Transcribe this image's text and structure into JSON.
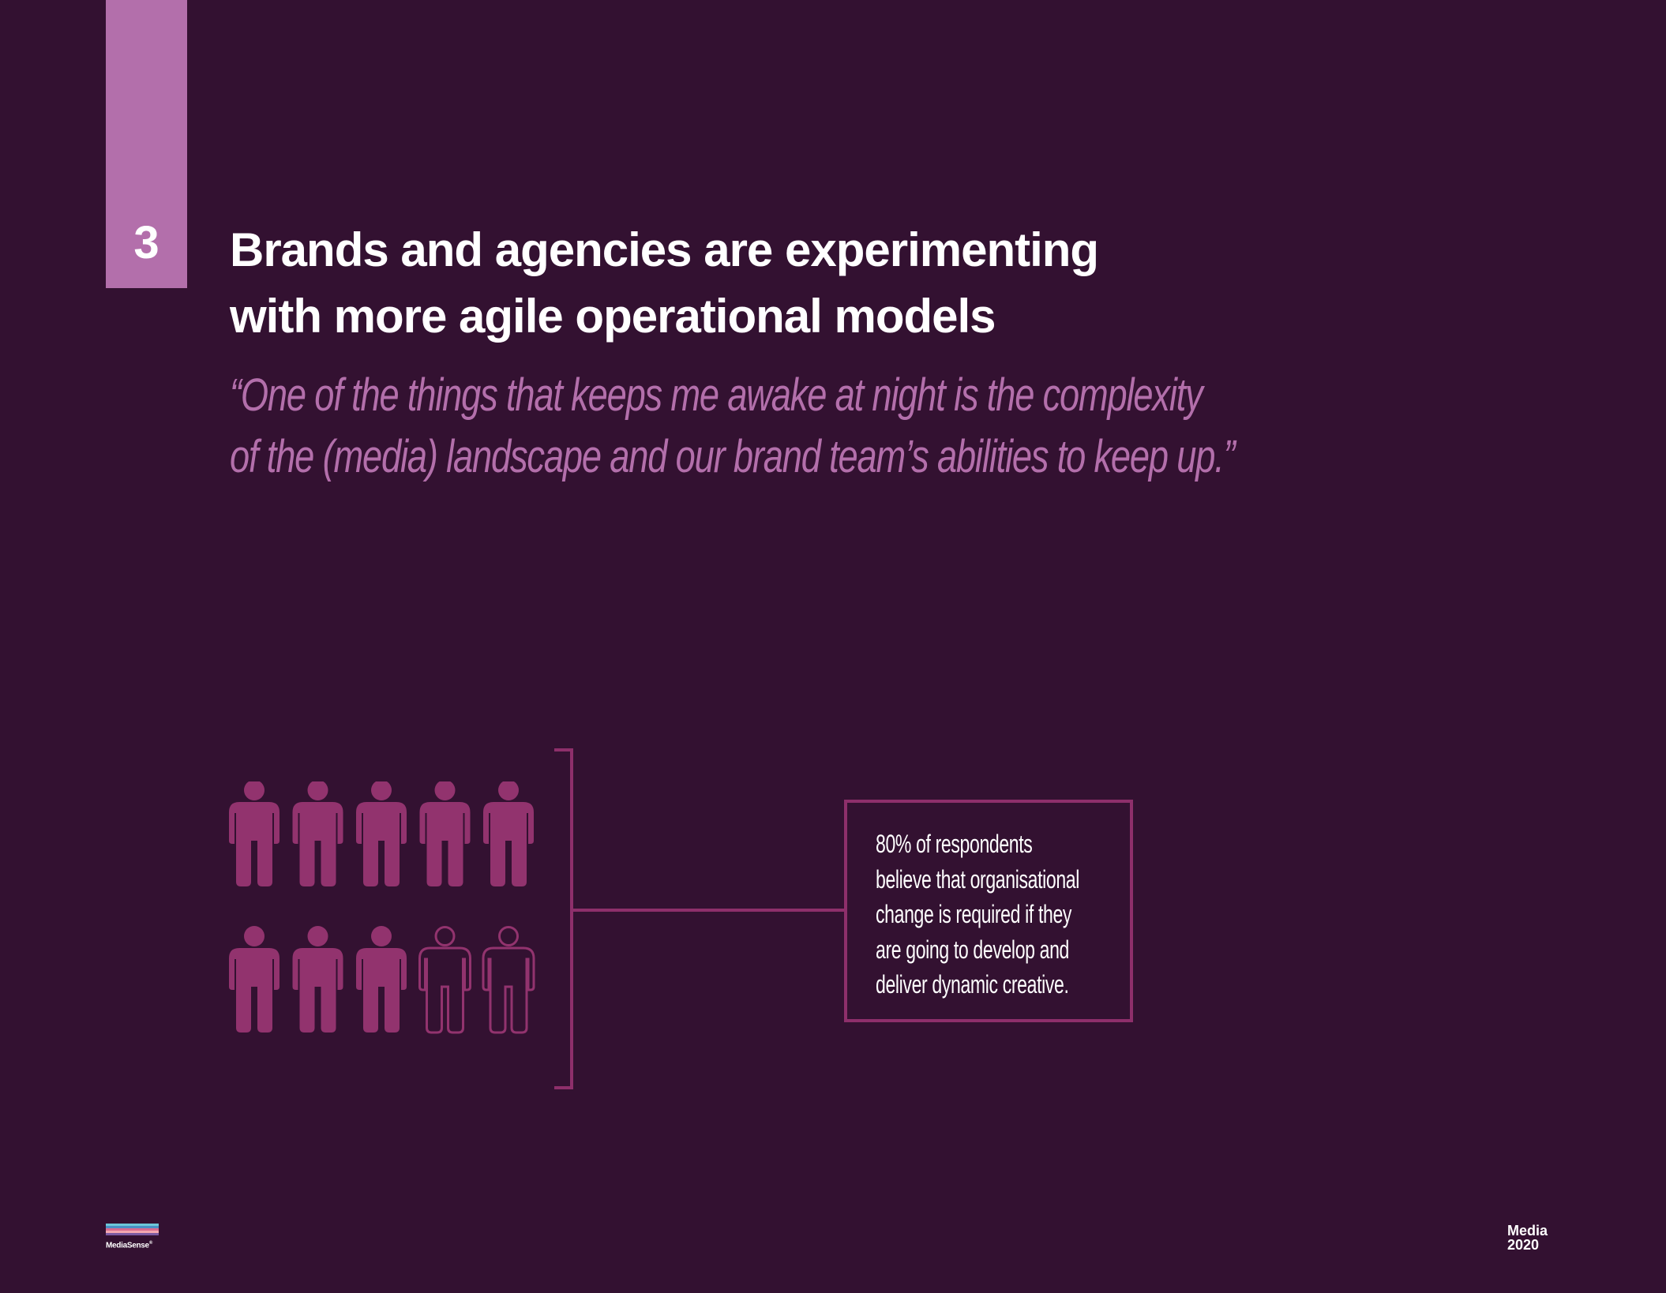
{
  "section": {
    "number": "3",
    "title_line1": "Brands and agencies are experimenting",
    "title_line2": "with more agile operational models"
  },
  "quote": {
    "line1": "“One of the things that keeps me awake at night is the complexity",
    "line2": "of the (media) landscape and our brand team’s abilities to keep up.”"
  },
  "infographic": {
    "filled_count": 8,
    "total_count": 10,
    "colors": {
      "filled": "#92336e",
      "outline": "#92336e",
      "bracket": "#8e2f6b"
    },
    "stat": {
      "line1": "80% of respondents",
      "line2": "believe that organisational",
      "line3": "change is required if they",
      "line4": "are going to develop and",
      "line5": "deliver dynamic creative."
    }
  },
  "footer": {
    "logo_text": "MediaSense",
    "logo_mark": "®",
    "brand_line1": "Media",
    "brand_line2": "2020"
  },
  "colors": {
    "background": "#331131",
    "accent": "#b36fab",
    "text": "#ffffff"
  }
}
